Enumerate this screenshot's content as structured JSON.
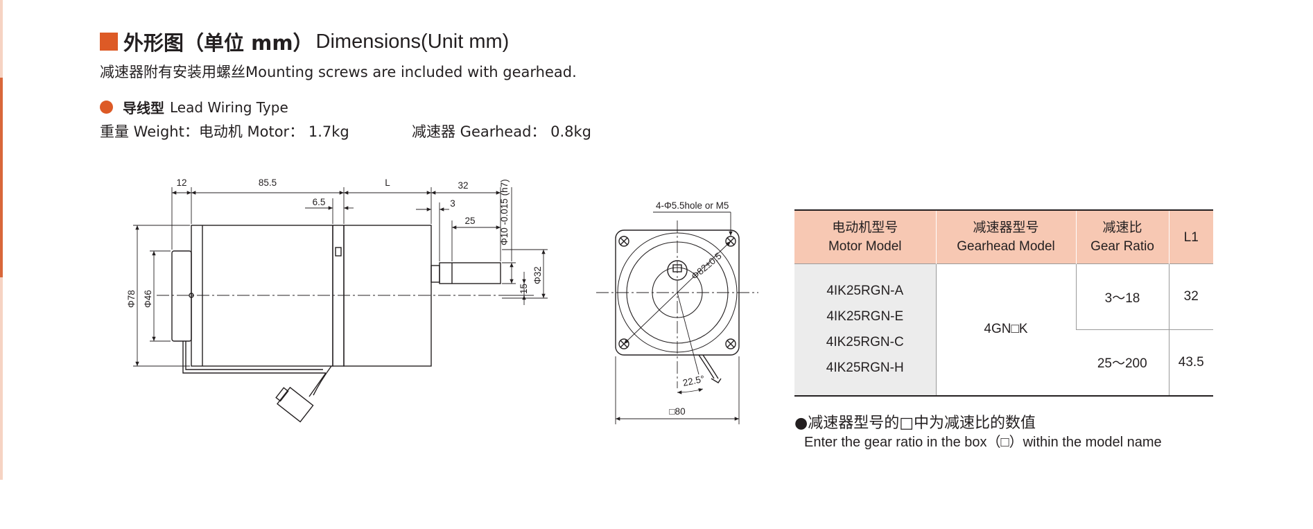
{
  "title": {
    "cn": "外形图（单位 mm）",
    "en": "Dimensions(Unit mm)"
  },
  "note": "减速器附有安装用螺丝Mounting screws are included with gearhead.",
  "wiring": {
    "cn": "导线型",
    "en": "Lead Wiring Type"
  },
  "weight": {
    "motor": "重量 Weight：电动机 Motor： 1.7kg",
    "gearhead": "减速器 Gearhead： 0.8kg"
  },
  "side_view_dims": {
    "d12": "12",
    "d85_5": "85.5",
    "dL": "L",
    "d32": "32",
    "d6_5": "6.5",
    "d3": "3",
    "d25": "25",
    "d_phi10": "Φ10 -0.015 (h7)",
    "d_phi78": "Φ78",
    "d_phi46": "Φ46",
    "d15": "15",
    "d_phi32": "Φ32"
  },
  "front_view_dims": {
    "holes": "4-Φ5.5hole or M5",
    "pcd": "Φ82±0.5",
    "angle": "22.5°",
    "square": "□80"
  },
  "table": {
    "headers": [
      {
        "cn": "电动机型号",
        "en": "Motor Model"
      },
      {
        "cn": "减速器型号",
        "en": "Gearhead Model"
      },
      {
        "cn": "减速比",
        "en": "Gear Ratio"
      },
      {
        "cn": "L1",
        "en": ""
      }
    ],
    "motor_models": [
      "4IK25RGN-A",
      "4IK25RGN-E",
      "4IK25RGN-C",
      "4IK25RGN-H"
    ],
    "gearhead_model": "4GN□K",
    "rows": [
      {
        "ratio": "3～18",
        "l1": "32"
      },
      {
        "ratio": "25～200",
        "l1": "43.5"
      }
    ]
  },
  "footnote": {
    "cn": "●减速器型号的□中为减速比的数值",
    "en": "Enter the gear ratio in the box（□）within the model name"
  },
  "colors": {
    "accent": "#dd5a26",
    "table_header": "#f7c8b3",
    "model_cell": "#ececec"
  }
}
